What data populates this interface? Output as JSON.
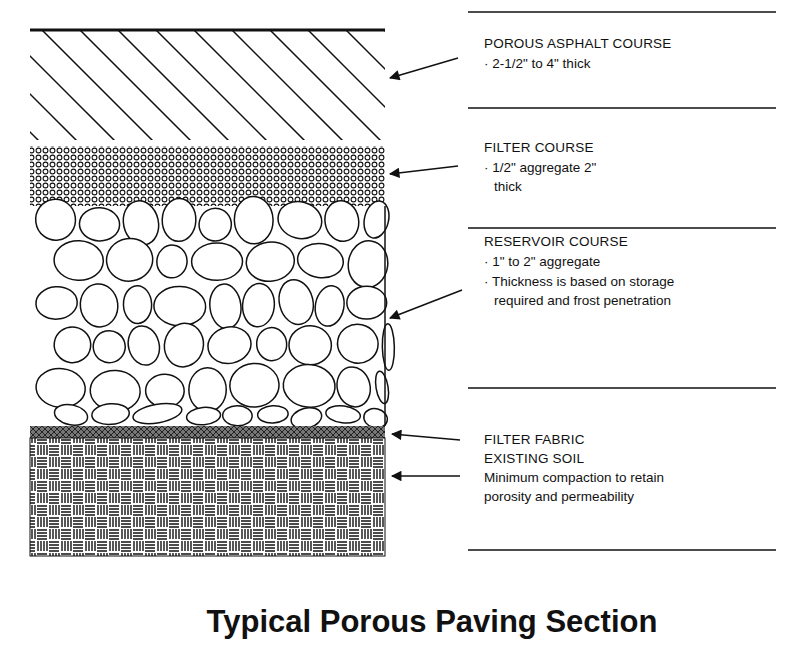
{
  "diagram": {
    "title": "Typical Porous Paving Section",
    "labels": [
      "POROUS ASPHALT COURSE",
      "· 2-1/2\" to 4\" thick",
      "FILTER COURSE",
      "· 1/2\" aggregate 2\" thick",
      "RESERVOIR COURSE",
      "· 1\" to 2\" aggregate",
      "· Thickness is based on storage required and frost penetration",
      "FILTER FABRIC",
      "EXISTING SOIL",
      "Minimum compaction to retain porosity and permeability"
    ]
  }
}
